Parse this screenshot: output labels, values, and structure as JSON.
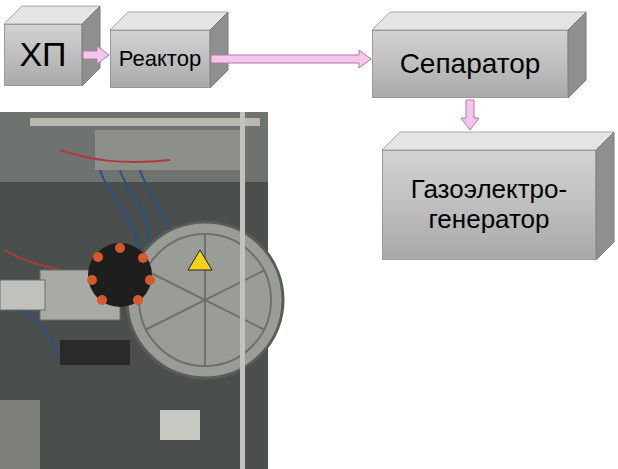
{
  "diagram": {
    "nodes": [
      {
        "text": [
          "ХП"
        ]
      },
      {
        "text": [
          "Реактор"
        ]
      },
      {
        "text": [
          "Сепаратор"
        ]
      },
      {
        "text": [
          "Газоэлектро- генератор"
        ]
      }
    ],
    "edges": [
      {
        "from": 0,
        "to": 1,
        "arrow": "to"
      },
      {
        "from": 1,
        "to": 2,
        "arrow": "to"
      },
      {
        "from": 2,
        "to": 3,
        "arrow": "to"
      }
    ]
  }
}
